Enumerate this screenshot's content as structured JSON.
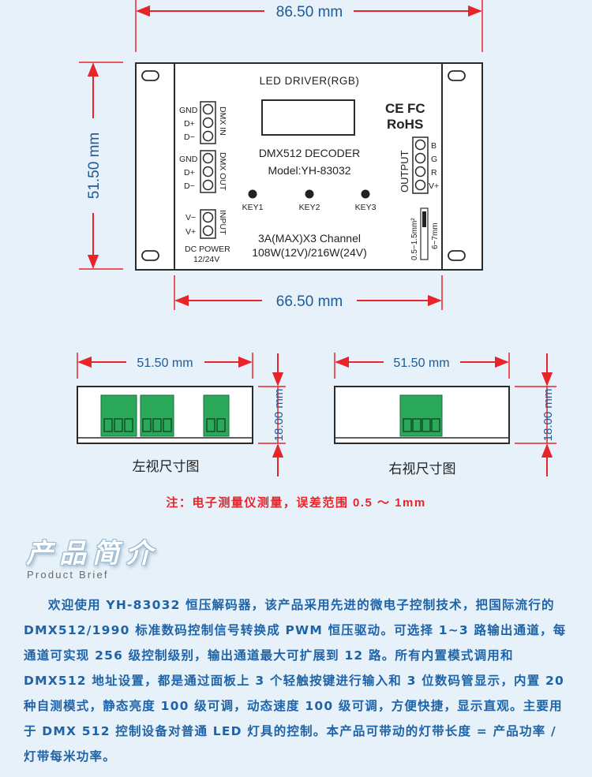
{
  "dimensions": {
    "top_width": "86.50 mm",
    "height": "51.50 mm",
    "inner_width": "66.50 mm",
    "left_view_width": "51.50 mm",
    "left_view_height": "18.00 mm",
    "right_view_width": "51.50 mm",
    "right_view_height": "18.00 mm"
  },
  "device": {
    "title": "LED DRIVER(RGB)",
    "decoder": "DMX512 DECODER",
    "model": "Model:YH-83032",
    "ce": "CE",
    "fc": "FC",
    "rohs": "RoHS",
    "channel_line1": "3A(MAX)X3 Channel",
    "channel_line2": "108W(12V)/216W(24V)",
    "dmx_in": "DMX IN",
    "dmx_out": "DMX OUT",
    "input": "INPUT",
    "output": "OUTPUT",
    "dc_power": "DC POWER",
    "dc_voltage": "12/24V",
    "pin_gnd": "GND",
    "pin_dplus": "D+",
    "pin_dminus": "D−",
    "pin_vminus": "V−",
    "pin_vplus": "V+",
    "out_b": "B",
    "out_g": "G",
    "out_r": "R",
    "out_vplus": "V+",
    "key1": "KEY1",
    "key2": "KEY2",
    "key3": "KEY3",
    "wire_gauge": "0.5~1.5mm²",
    "strip_length": "6~7mm"
  },
  "captions": {
    "left_view": "左视尺寸图",
    "right_view": "右视尺寸图"
  },
  "note": "注：电子测量仪测量，误差范围 0.5 ～ 1mm",
  "section": {
    "title": "产品简介",
    "subtitle": "Product Brief",
    "body": "欢迎使用 YH-83032 恒压解码器，该产品采用先进的微电子控制技术，把国际流行的 DMX512/1990 标准数码控制信号转换成 PWM 恒压驱动。可选择 1~3 路输出通道，每通道可实现 256 级控制级别，输出通道最大可扩展到 12 路。所有内置模式调用和 DMX512 地址设置，都是通过面板上 3 个轻触按键进行输入和 3 位数码管显示，内置 20 种自测模式，静态亮度 100 级可调，动态速度 100 级可调，方便快捷，显示直观。主要用于 DMX 512 控制设备对普通 LED 灯具的控制。本产品可带动的灯带长度 = 产品功率 / 灯带每米功率。"
  },
  "colors": {
    "dimension_red": "#e8242a",
    "dimension_text": "#1f5a96",
    "terminal_green": "#2aa95a",
    "body_blue": "#1e63a8",
    "background": "#e6f1f9"
  }
}
